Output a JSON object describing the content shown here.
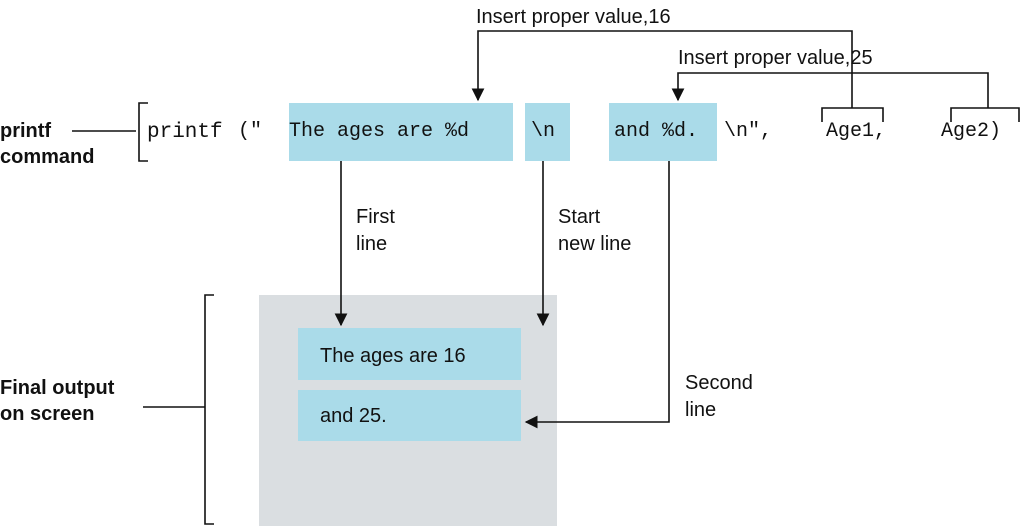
{
  "labels": {
    "printf_command": [
      "printf",
      "command"
    ],
    "final_output": [
      "Final output",
      "on screen"
    ],
    "insert_value_16": "Insert proper value,16",
    "insert_value_25": "Insert proper value,25",
    "first_line": [
      "First",
      "line"
    ],
    "start_new_line": [
      "Start",
      "new line"
    ],
    "second_line": [
      "Second",
      "line"
    ]
  },
  "code": {
    "keyword": "printf",
    "open_quote": " (\"",
    "segment_1": "The ages are %d",
    "segment_2": "\\n",
    "segment_3": "and %d.",
    "close": " \\n\",",
    "arg_1": "Age1,",
    "arg_2": "Age2)"
  },
  "output": {
    "line_1": "The ages are 16",
    "line_2": "and 25."
  },
  "colors": {
    "highlight": "#aadbe9",
    "screen": "#dadee1",
    "line": "#111111"
  }
}
